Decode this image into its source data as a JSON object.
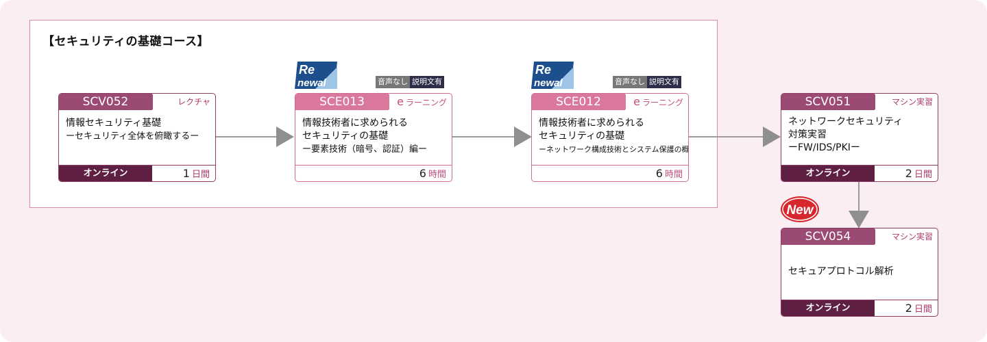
{
  "group": {
    "title": "【セキュリティの基礎コース】"
  },
  "courses": [
    {
      "code": "SCV052",
      "type": "レクチャ",
      "title": "情報セキュリティ基礎",
      "subtitle": "ーセキュリティ全体を俯瞰するー",
      "mode": "オンライン",
      "duration_num": "1",
      "duration_unit": "日間"
    },
    {
      "code": "SCE013",
      "type": "ラーニング",
      "type_prefix": "e",
      "title_1": "情報技術者に求められる",
      "title_2": "セキュリティの基礎",
      "subtitle": "ー要素技術（暗号、認証）編ー",
      "duration_num": "6",
      "duration_unit": "時間"
    },
    {
      "code": "SCE012",
      "type": "ラーニング",
      "type_prefix": "e",
      "title_1": "情報技術者に求められる",
      "title_2": "セキュリティの基礎",
      "subtitle": "ーネットワーク構成技術とシステム保護の概要編ー",
      "duration_num": "6",
      "duration_unit": "時間"
    },
    {
      "code": "SCV051",
      "type": "マシン実習",
      "title_1": "ネットワークセキュリティ",
      "title_2": "対策実習",
      "subtitle": "ーFW/IDS/PKIー",
      "mode": "オンライン",
      "duration_num": "2",
      "duration_unit": "日間"
    },
    {
      "code": "SCV054",
      "type": "マシン実習",
      "title": "セキュアプロトコル解析",
      "mode": "オンライン",
      "duration_num": "2",
      "duration_unit": "日間"
    }
  ],
  "badges": {
    "renewal_line1": "Re",
    "renewal_line2": "newal",
    "audio_a": "音声なし",
    "audio_b": "説明文有",
    "new": "New"
  },
  "colors": {
    "dark": "#9b4a73",
    "darker": "#5e1f42",
    "elearn": "#d9779d",
    "arrow": "#8f8f8f",
    "background": "#fbeef2"
  }
}
